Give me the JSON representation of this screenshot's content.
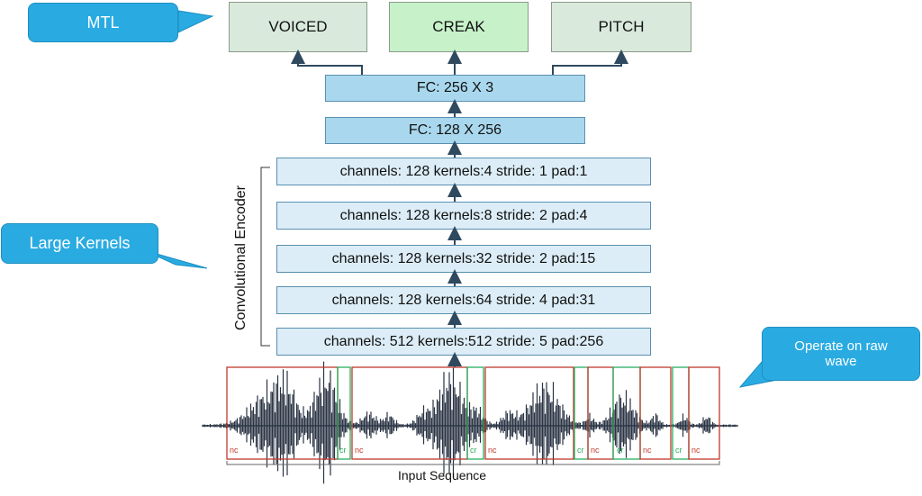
{
  "callouts": {
    "mtl": "MTL",
    "large_kernels": "Large Kernels",
    "raw_wave": "Operate on raw wave"
  },
  "outputs": [
    "VOICED",
    "CREAK",
    "PITCH"
  ],
  "fc_layers": [
    "FC: 256 X 3",
    "FC: 128 X 256"
  ],
  "encoder": {
    "label": "Convolutional Encoder",
    "layers": [
      "channels: 128  kernels:4  stride: 1   pad:1",
      "channels: 128   kernels:8    stride: 2  pad:4",
      "channels: 128  kernels:32 stride: 2  pad:15",
      "channels: 128  kernels:64 stride: 4 pad:31",
      "channels: 512 kernels:512 stride: 5 pad:256"
    ]
  },
  "waveform": {
    "segment_labels": [
      "nc",
      "cr",
      "nc",
      "cr",
      "nc",
      "cr",
      "nc",
      "cr",
      "nc",
      "cr",
      "nc"
    ],
    "input_label": "Input Sequence"
  },
  "colors": {
    "voiced_bg": "#d9eadc",
    "creak_bg": "#c7f2c9",
    "pitch_bg": "#d9eadc",
    "nc": "#c0392b",
    "cr": "#27ae60",
    "arrow": "#2f4a5f"
  }
}
